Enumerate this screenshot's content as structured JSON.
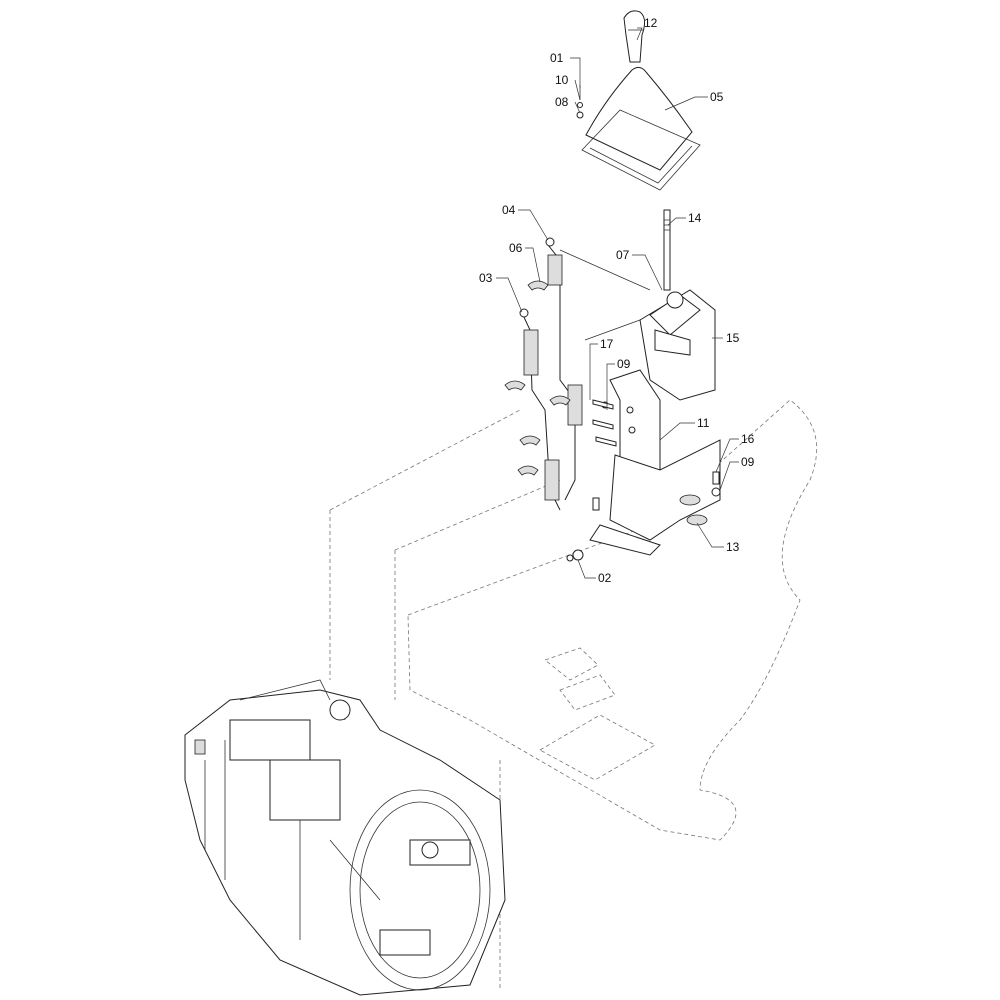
{
  "diagram": {
    "type": "exploded-parts-diagram",
    "callouts": [
      {
        "id": "12"
      },
      {
        "id": "01"
      },
      {
        "id": "10"
      },
      {
        "id": "08"
      },
      {
        "id": "05"
      },
      {
        "id": "14"
      },
      {
        "id": "04"
      },
      {
        "id": "06"
      },
      {
        "id": "07"
      },
      {
        "id": "03"
      },
      {
        "id": "15"
      },
      {
        "id": "17"
      },
      {
        "id": "09"
      },
      {
        "id": "11"
      },
      {
        "id": "16"
      },
      {
        "id": "09"
      },
      {
        "id": "13"
      },
      {
        "id": "02"
      }
    ]
  }
}
